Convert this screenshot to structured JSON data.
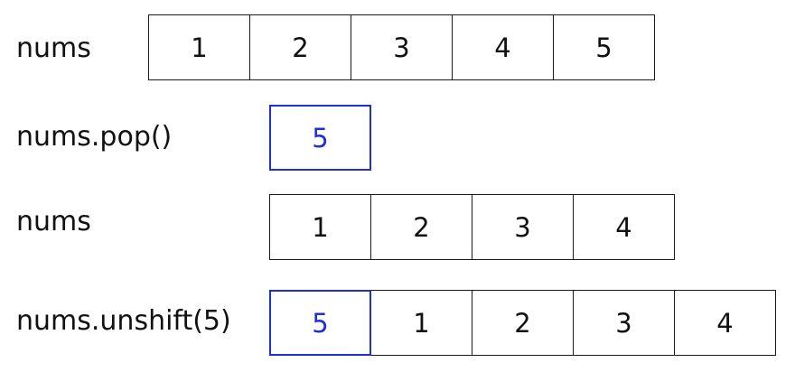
{
  "rows": [
    {
      "label": "nums",
      "values": [
        "1",
        "2",
        "3",
        "4",
        "5"
      ],
      "highlight": []
    },
    {
      "label": "nums.pop()",
      "values": [
        "5"
      ],
      "highlight": [
        0
      ]
    },
    {
      "label": "nums",
      "values": [
        "1",
        "2",
        "3",
        "4"
      ],
      "highlight": []
    },
    {
      "label": "nums.unshift(5)",
      "values": [
        "5",
        "1",
        "2",
        "3",
        "4"
      ],
      "highlight": [
        0
      ]
    }
  ],
  "colors": {
    "highlight": "#1d2fd6",
    "border": "#1a1a1a",
    "text": "#111111"
  }
}
